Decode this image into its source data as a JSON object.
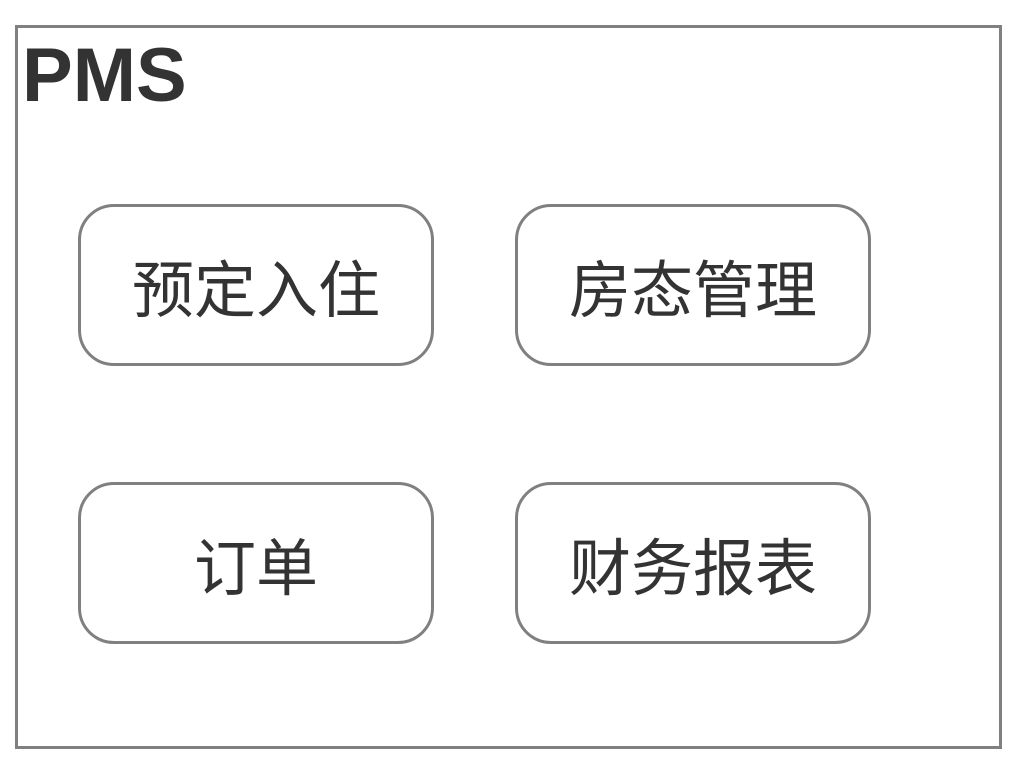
{
  "app": {
    "title": "PMS"
  },
  "menu": {
    "items": [
      {
        "label": "预定入住"
      },
      {
        "label": "房态管理"
      },
      {
        "label": "订单"
      },
      {
        "label": "财务报表"
      }
    ]
  },
  "colors": {
    "border": "#808080",
    "text": "#333333",
    "background": "#ffffff"
  }
}
